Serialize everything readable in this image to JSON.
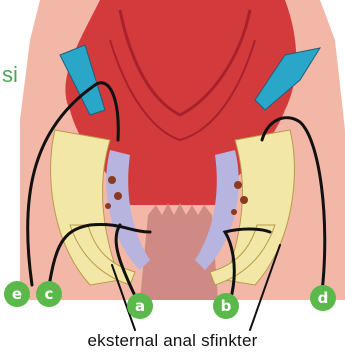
{
  "figure": {
    "caption": "eksternal anal sfinkter",
    "side_glyph": "si",
    "colors": {
      "background": "#ffffff",
      "tissue_light": "#f2b7a6",
      "rectum": "#d23a3c",
      "rectum_dark": "#a9222b",
      "mucosa": "#cf8a85",
      "fat": "#f2e7a6",
      "muscle": "#b7b4e0",
      "vessel": "#2aa6c9",
      "marker": "#5bb84a",
      "line": "#111111"
    },
    "markers": [
      {
        "id": "e",
        "label": "e"
      },
      {
        "id": "c",
        "label": "c"
      },
      {
        "id": "a",
        "label": "a"
      },
      {
        "id": "b",
        "label": "b"
      },
      {
        "id": "d",
        "label": "d"
      }
    ]
  }
}
